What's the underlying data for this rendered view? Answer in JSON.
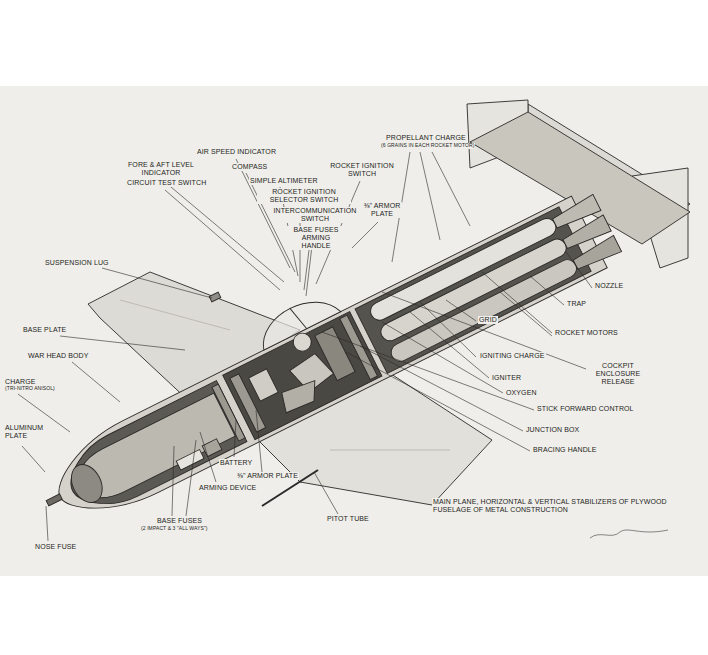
{
  "diagram": {
    "labels": [
      "AIR SPEED INDICATOR",
      "FORE & AFT LEVEL INDICATOR",
      "CIRCUIT TEST SWITCH",
      "COMPASS",
      "SIMPLE ALTIMETER",
      "ROCKET IGNITION SWITCH",
      "ROCKET IGNITION SELECTOR SWITCH",
      "INTERCOMMUNICATION SWITCH",
      "BASE FUSES ARMING HANDLE",
      "⅜\" ARMOR PLATE",
      "PROPELLANT CHARGE",
      "(6 GRAINS IN EACH ROCKET MOTOR)",
      "SUSPENSION LUG",
      "BASE PLATE",
      "WAR HEAD BODY",
      "CHARGE",
      "(TRI-NITRO ANISOL)",
      "ALUMINUM PLATE",
      "NOSE FUSE",
      "BATTERY",
      "⅜\" ARMOR PLATE",
      "ARMING DEVICE",
      "BASE FUSES",
      "(2 IMPACT & 3 \"ALL WAYS\")",
      "PITOT TUBE",
      "NOZZLE",
      "TRAP",
      "GRID",
      "ROCKET MOTORS",
      "IGNITING CHARGE",
      "COCKPIT ENCLOSURE RELEASE",
      "IGNITER",
      "OXYGEN",
      "STICK FORWARD CONTROL",
      "JUNCTION BOX",
      "BRACING HANDLE",
      "MAIN PLANE, HORIZONTAL & VERTICAL STABILIZERS OF PLYWOOD FUSELAGE OF METAL CONSTRUCTION"
    ]
  }
}
